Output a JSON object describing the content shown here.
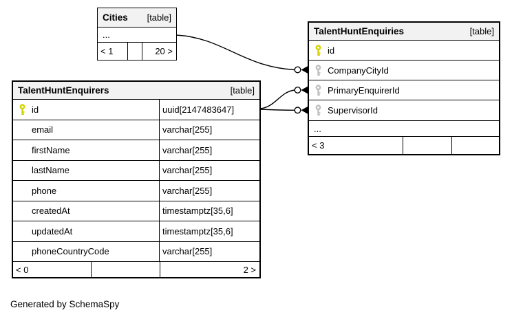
{
  "diagram": {
    "footer_note": "Generated by SchemaSpy"
  },
  "icons": {
    "primary_key": "key-icon (yellow)",
    "foreign_key": "key-icon (gray)",
    "relationship_end": "open-circle-arrow"
  },
  "colors": {
    "primary_key": "#d2d202",
    "foreign_key": "#bfbfbf",
    "header_bg": "#f2f2f2",
    "border": "#000000"
  },
  "tables": {
    "cities": {
      "name": "Cities",
      "tag": "[table]",
      "ellipsis": "...",
      "pagination": {
        "left": "< 1",
        "mid": "",
        "right": "20 >"
      }
    },
    "enquiries": {
      "name": "TalentHuntEnquiries",
      "tag": "[table]",
      "columns": [
        {
          "name": "id",
          "key": "primary"
        },
        {
          "name": "CompanyCityId",
          "key": "foreign"
        },
        {
          "name": "PrimaryEnquirerId",
          "key": "foreign"
        },
        {
          "name": "SupervisorId",
          "key": "foreign"
        }
      ],
      "ellipsis": "...",
      "pagination": {
        "left": "< 3",
        "mid": "",
        "right": ""
      }
    },
    "enquirers": {
      "name": "TalentHuntEnquirers",
      "tag": "[table]",
      "columns": [
        {
          "name": "id",
          "type": "uuid[2147483647]",
          "key": "primary"
        },
        {
          "name": "email",
          "type": "varchar[255]",
          "key": ""
        },
        {
          "name": "firstName",
          "type": "varchar[255]",
          "key": ""
        },
        {
          "name": "lastName",
          "type": "varchar[255]",
          "key": ""
        },
        {
          "name": "phone",
          "type": "varchar[255]",
          "key": ""
        },
        {
          "name": "createdAt",
          "type": "timestamptz[35,6]",
          "key": ""
        },
        {
          "name": "updatedAt",
          "type": "timestamptz[35,6]",
          "key": ""
        },
        {
          "name": "phoneCountryCode",
          "type": "varchar[255]",
          "key": ""
        }
      ],
      "pagination": {
        "left": "< 0",
        "mid": "",
        "right": "2 >"
      }
    }
  },
  "relationships": [
    {
      "from": "Cities",
      "to": "TalentHuntEnquiries.CompanyCityId"
    },
    {
      "from": "TalentHuntEnquirers.id",
      "to": "TalentHuntEnquiries.PrimaryEnquirerId"
    },
    {
      "from": "TalentHuntEnquirers.id",
      "to": "TalentHuntEnquiries.SupervisorId"
    }
  ]
}
